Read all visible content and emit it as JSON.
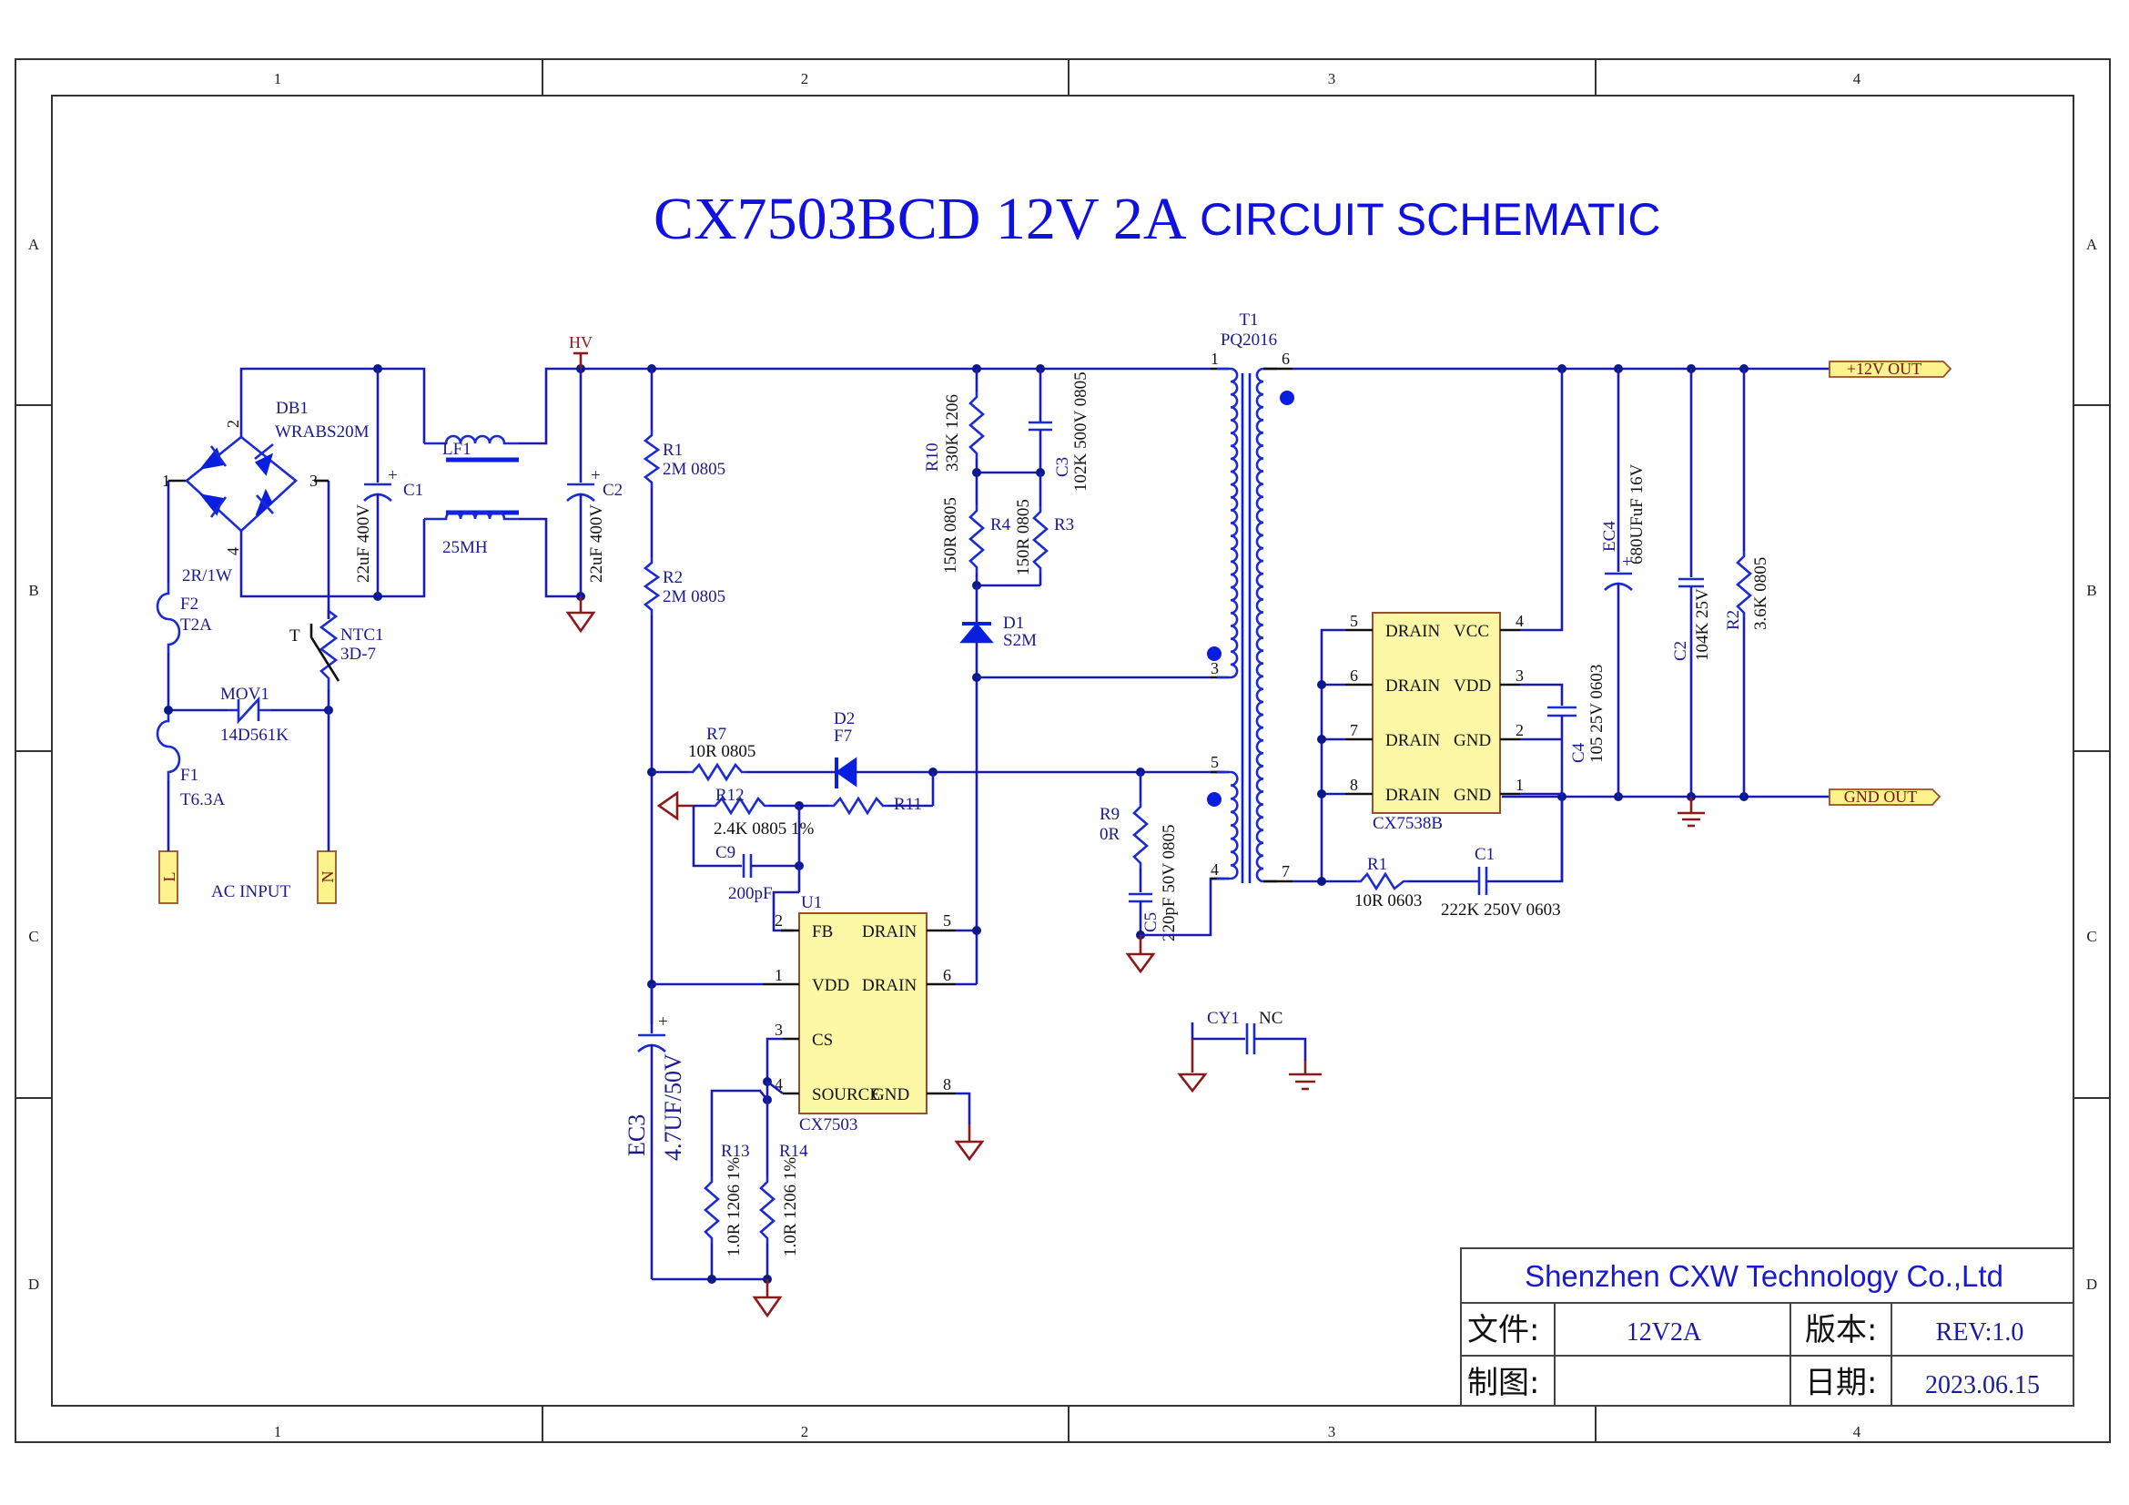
{
  "title": {
    "part1": "CX7503BCD 12V 2A",
    "part2": "CIRCUIT SCHEMATIC"
  },
  "frame": {
    "columns": [
      "1",
      "2",
      "3",
      "4"
    ],
    "rows": [
      "A",
      "B",
      "C",
      "D"
    ]
  },
  "colors": {
    "wire": "#1a1ab4",
    "symbol": "#1a2bd6",
    "ground": "#8b1a1a",
    "ic_fill": "#fdf8a6",
    "port_fill": "#fdf38c",
    "title": "#1010e0"
  },
  "input": {
    "port_l": "L",
    "port_n": "N",
    "ac_label": "AC INPUT",
    "f1": {
      "ref": "F1",
      "value": "T6.3A"
    },
    "f2": {
      "ref": "F2",
      "value": "T2A"
    },
    "f2_note": "2R/1W",
    "mov1": {
      "ref": "MOV1",
      "value": "14D561K"
    },
    "ntc1": {
      "ref": "NTC1",
      "value": "3D-7",
      "marker": "T"
    },
    "db1": {
      "ref": "DB1",
      "value": "WRABS20M",
      "pins": [
        "1",
        "2",
        "3",
        "4"
      ]
    },
    "c1": {
      "ref": "C1",
      "value": "22uF 400V"
    },
    "c2": {
      "ref": "C2",
      "value": "22uF 400V"
    },
    "lf1": {
      "ref": "LF1",
      "value": "25MH"
    },
    "hv_label": "HV"
  },
  "primary": {
    "r1": {
      "ref": "R1",
      "value": "2M 0805"
    },
    "r2": {
      "ref": "R2",
      "value": "2M 0805"
    },
    "r10": {
      "ref": "R10",
      "value": "330K 1206"
    },
    "c3": {
      "ref": "C3",
      "value": "102K 500V 0805"
    },
    "r4": {
      "ref": "R4",
      "value": "150R 0805"
    },
    "r3": {
      "ref": "R3",
      "value": "150R 0805"
    },
    "d1": {
      "ref": "D1",
      "value": "S2M"
    },
    "r7": {
      "ref": "R7",
      "value": "10R 0805"
    },
    "d2": {
      "ref": "D2",
      "value": "F7"
    },
    "r12": {
      "ref": "R12",
      "value": "2.4K 0805 1%"
    },
    "r11": {
      "ref": "R11"
    },
    "c9": {
      "ref": "C9",
      "value": "200pF"
    },
    "r9": {
      "ref": "R9",
      "value": "0R"
    },
    "c5": {
      "ref": "C5",
      "value": "220pF 50V 0805"
    },
    "ec3": {
      "ref": "EC3",
      "value": "4.7UF/50V"
    },
    "r13": {
      "ref": "R13",
      "value": "1.0R 1206 1%"
    },
    "r14": {
      "ref": "R14",
      "value": "1.0R 1206 1%"
    },
    "cy1": {
      "ref": "CY1",
      "value": "NC"
    }
  },
  "u1": {
    "ref": "U1",
    "part": "CX7503",
    "pins_left": [
      {
        "num": "2",
        "name": "FB"
      },
      {
        "num": "1",
        "name": "VDD"
      },
      {
        "num": "3",
        "name": "CS"
      },
      {
        "num": "4",
        "name": "SOURCE"
      }
    ],
    "pins_right": [
      {
        "num": "5",
        "name": "DRAIN"
      },
      {
        "num": "6",
        "name": "DRAIN"
      },
      {
        "num": "8",
        "name": "GND"
      }
    ]
  },
  "transformer": {
    "ref": "T1",
    "part": "PQ2016",
    "pins": [
      "1",
      "3",
      "5",
      "4",
      "6",
      "7"
    ]
  },
  "secondary": {
    "u2": {
      "part": "CX7538B",
      "pins_left": [
        {
          "num": "5",
          "name": "DRAIN"
        },
        {
          "num": "6",
          "name": "DRAIN"
        },
        {
          "num": "7",
          "name": "DRAIN"
        },
        {
          "num": "8",
          "name": "DRAIN"
        }
      ],
      "pins_right": [
        {
          "num": "4",
          "name": "VCC"
        },
        {
          "num": "3",
          "name": "VDD"
        },
        {
          "num": "2",
          "name": "GND"
        },
        {
          "num": "1",
          "name": "GND"
        }
      ]
    },
    "c4": {
      "ref": "C4",
      "value": "105 25V 0603"
    },
    "ec4": {
      "ref": "EC4",
      "value": "680UFuF 16V"
    },
    "c2": {
      "ref": "C2",
      "value": "104K 25V"
    },
    "r2": {
      "ref": "R2",
      "value": "3.6K 0805"
    },
    "r1": {
      "ref": "R1",
      "value": "10R 0603"
    },
    "c1": {
      "ref": "C1",
      "value": "222K 250V 0603"
    },
    "out_pos": "+12V OUT",
    "out_gnd": "GND OUT"
  },
  "title_block": {
    "company": "Shenzhen CXW Technology Co.,Ltd",
    "file_label": "文件:",
    "file_value": "12V2A",
    "version_label": "版本:",
    "version_value": "REV:1.0",
    "drawn_label": "制图:",
    "drawn_value": "",
    "date_label": "日期:",
    "date_value": "2023.06.15"
  }
}
